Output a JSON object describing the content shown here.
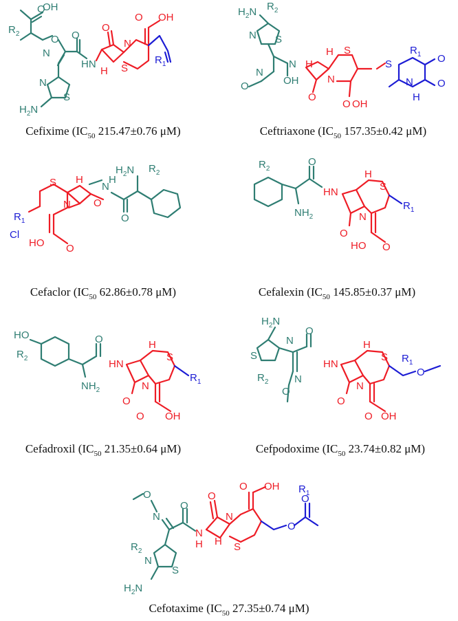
{
  "compounds": [
    {
      "name": "Cefixime",
      "ic50": "215.47±0.76 μM"
    },
    {
      "name": "Ceftriaxone",
      "ic50": "157.35±0.42 μM"
    },
    {
      "name": "Cefaclor",
      "ic50": "62.86±0.78 μM"
    },
    {
      "name": "Cefalexin",
      "ic50": "145.85±0.37 μM"
    },
    {
      "name": "Cefadroxil",
      "ic50": "21.35±0.64 μM"
    },
    {
      "name": "Cefpodoxime",
      "ic50": "23.74±0.82 μM"
    },
    {
      "name": "Cefotaxime",
      "ic50": "27.35±0.74 μM"
    }
  ],
  "labels": {
    "ic": "IC",
    "sub": "50",
    "r1": "R",
    "r1_sub": "1",
    "r2": "R",
    "r2_sub": "2"
  },
  "colors": {
    "side_chain": "#2e7d72",
    "core": "#ee1c25",
    "r1_group": "#1c1cd4"
  }
}
